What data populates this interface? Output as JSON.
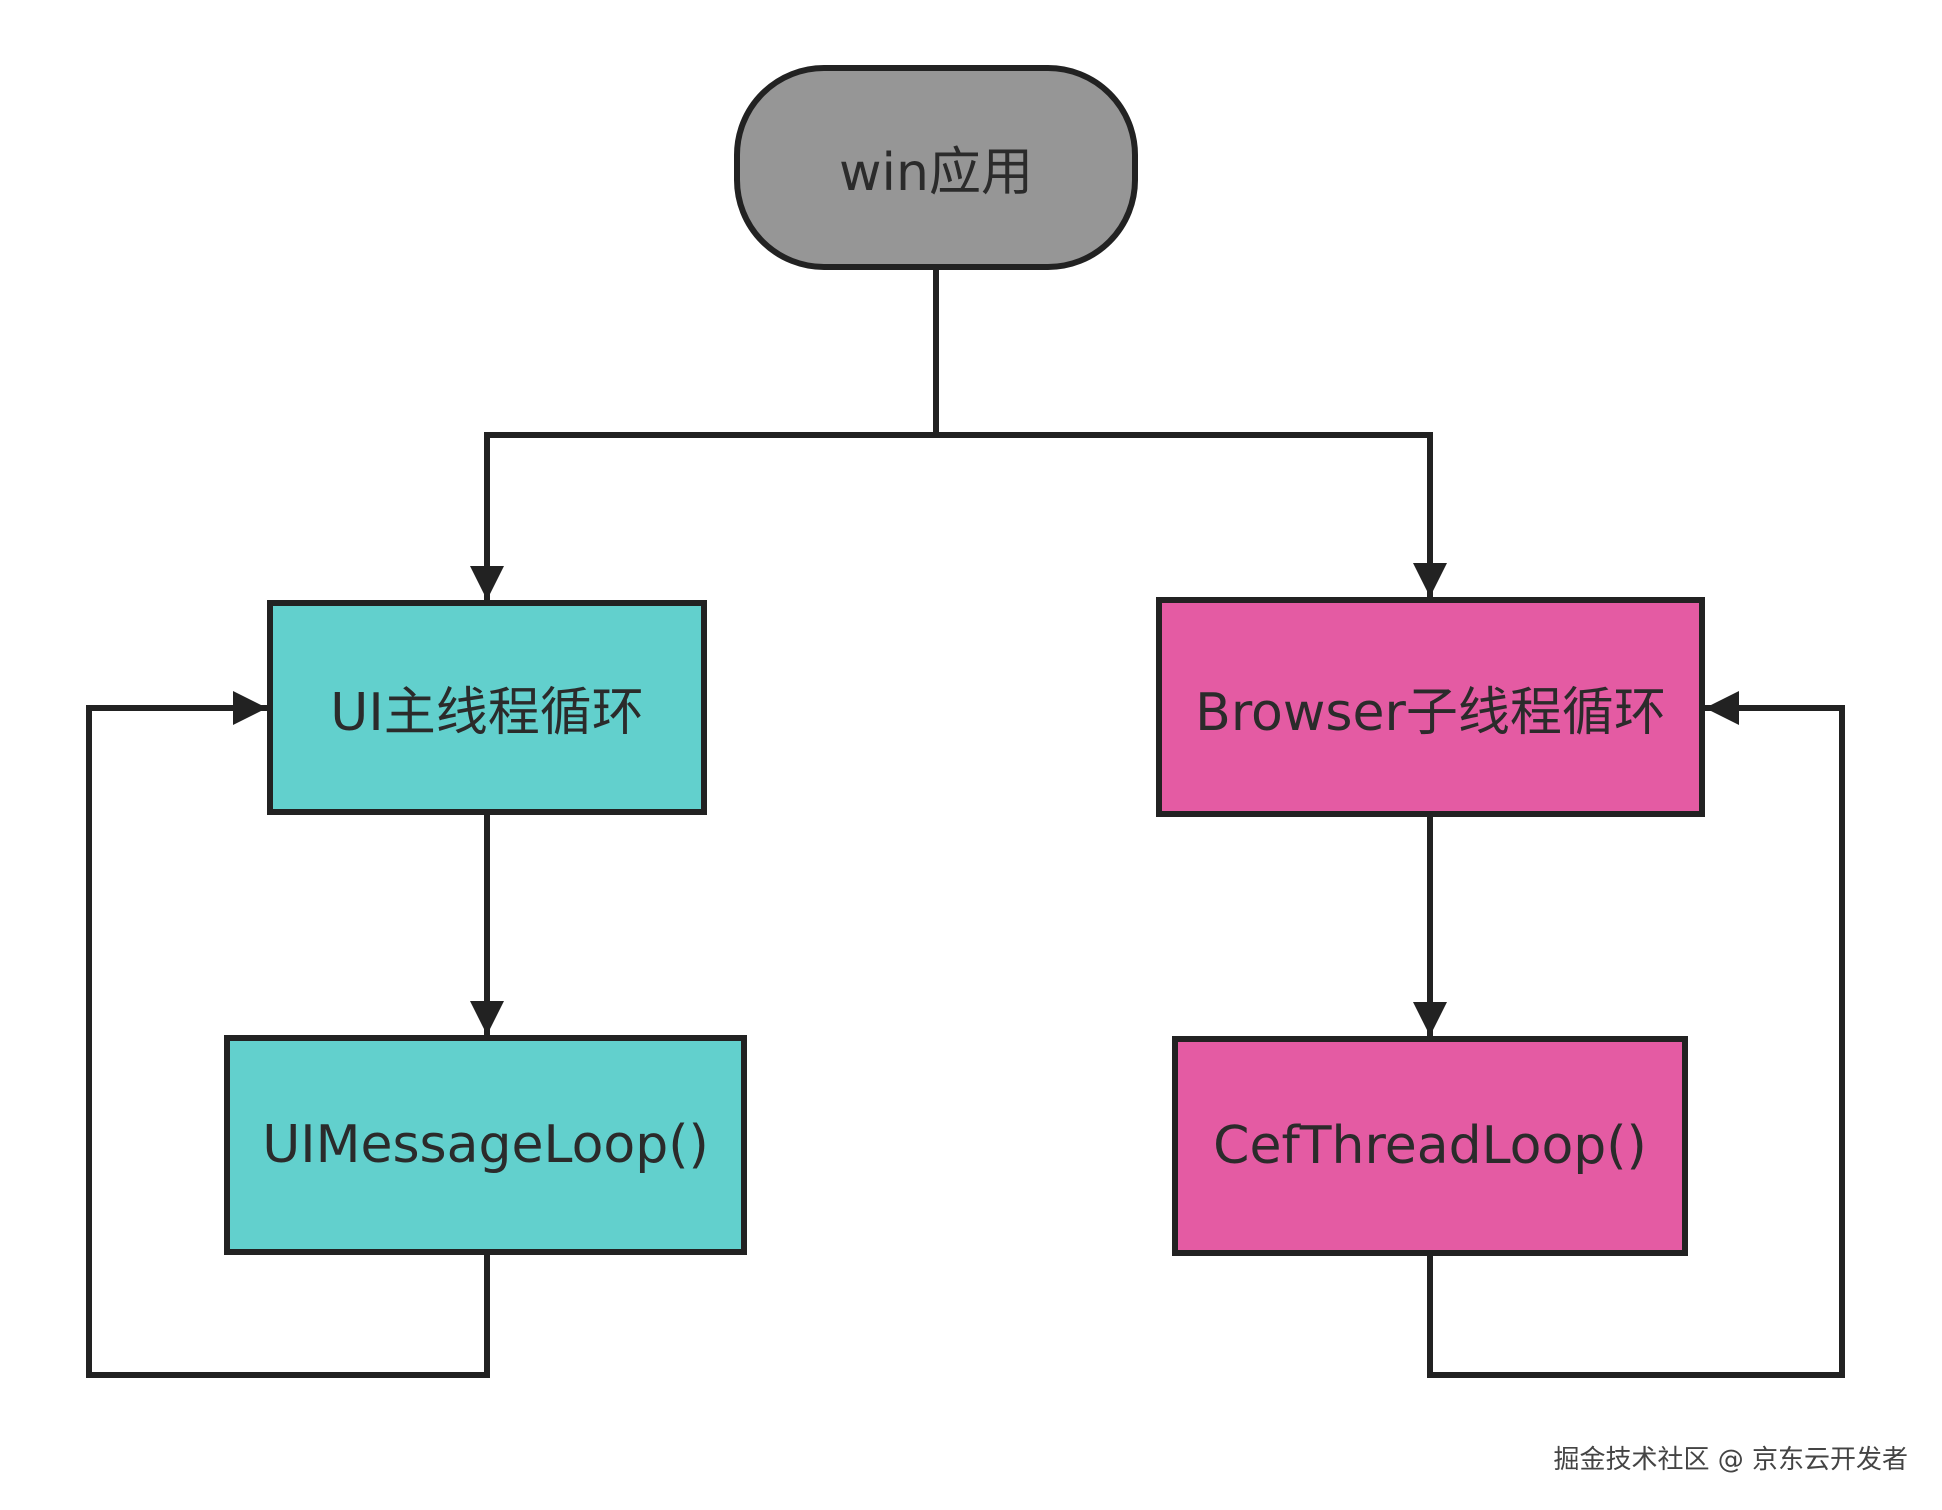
{
  "diagram": {
    "nodes": {
      "root": "win应用",
      "ui_loop": "UI主线程循环",
      "ui_message_loop": "UIMessageLoop()",
      "browser_loop": "Browser子线程循环",
      "cef_thread_loop": "CefThreadLoop()"
    },
    "colors": {
      "root_fill": "#969696",
      "ui_fill": "#62d0cd",
      "browser_fill": "#e45ba3",
      "stroke": "#222222"
    }
  },
  "footer": {
    "credit": "掘金技术社区 @ 京东云开发者"
  }
}
